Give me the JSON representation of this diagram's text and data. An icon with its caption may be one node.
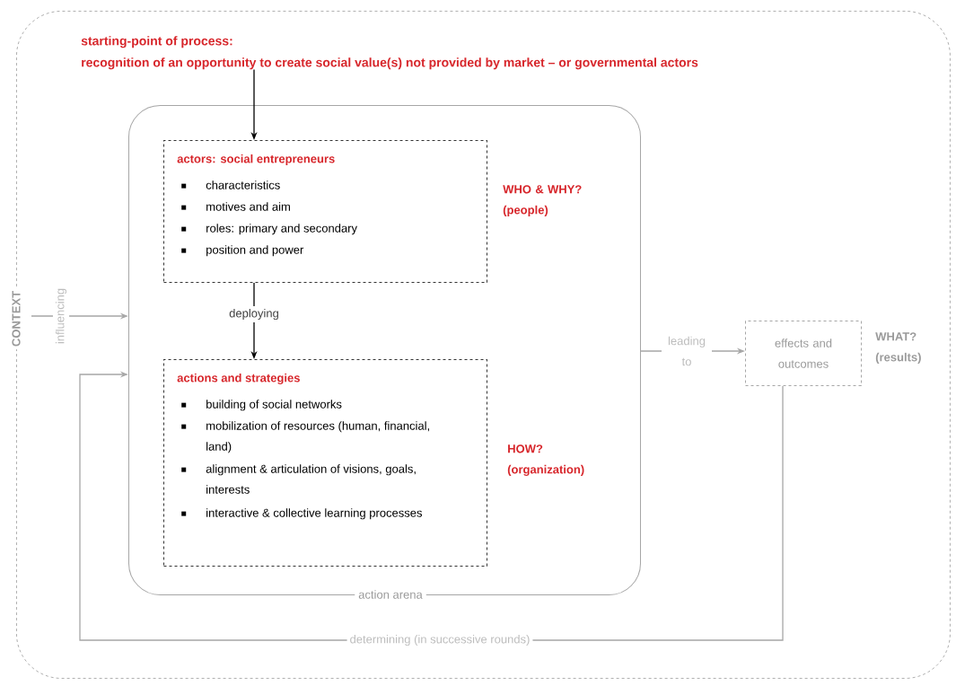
{
  "diagram": {
    "nodes": [
      {
        "text": [
          "CONTEXT"
        ]
      },
      {
        "text": [
          "starting-point of process:",
          "recognition of an opportunity to create social value(s) not provided by market – or governmental actors"
        ],
        "in": 0
      },
      {
        "text": [
          "action arena"
        ],
        "in": 0
      },
      {
        "text": [
          "actors: social entrepreneurs",
          "characteristics",
          "motives and aim",
          "roles: primary and secondary",
          "position and power"
        ],
        "beside": [
          "WHO & WHY? (people)"
        ],
        "in": 2
      },
      {
        "text": [
          "actions and strategies",
          "building of social networks",
          "mobilization of resources (human, financial, land)",
          "alignment & articulation of visions, goals, interests",
          "interactive & collective learning processes"
        ],
        "beside": [
          "HOW? (organization)"
        ],
        "in": 2
      },
      {
        "text": [
          "effects and outcomes"
        ],
        "beside": [
          "WHAT? (results)"
        ],
        "in": 0
      }
    ],
    "edges": [
      {
        "from": 1,
        "to": 3,
        "arrow": "to",
        "color": "#000000"
      },
      {
        "from": 3,
        "to": 4,
        "arrow": "to",
        "label": "deploying",
        "color": "#000000"
      },
      {
        "from": null,
        "to": 2,
        "arrow": "to",
        "label": "influencing"
      },
      {
        "from": 2,
        "to": 5,
        "arrow": "to",
        "label": "leading to"
      },
      {
        "from": 5,
        "to": 2,
        "arrow": "to",
        "label": "determining (in successive rounds)"
      }
    ]
  }
}
